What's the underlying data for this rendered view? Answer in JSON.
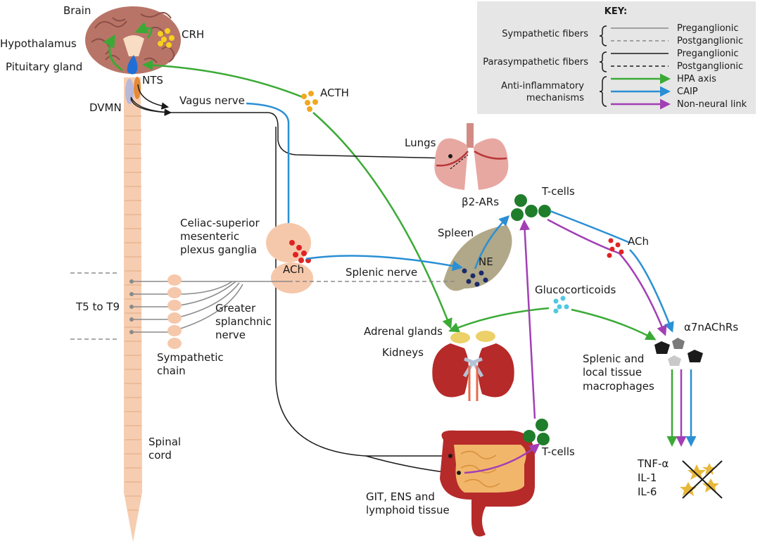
{
  "colors": {
    "hpa": "#3aaa35",
    "caip": "#2a8fd4",
    "non_neural": "#a23fb5",
    "sympathetic_line": "#8a8a8a",
    "parasympathetic_line": "#1a1a1a",
    "key_bg": "#e6e6e6"
  },
  "labels": {
    "brain": "Brain",
    "crh": "CRH",
    "hypothalamus": "Hypothalamus",
    "pituitary": "Pituitary gland",
    "nts": "NTS",
    "dvmn": "DVMN",
    "vagus": "Vagus nerve",
    "acth": "ACTH",
    "lungs": "Lungs",
    "tcells_top": "T-cells",
    "b2ars": "β2-ARs",
    "spleen": "Spleen",
    "ne": "NE",
    "ach_right": "ACh",
    "celiac_1": "Celiac-superior",
    "celiac_2": "mesenteric",
    "celiac_3": "plexus ganglia",
    "ach_ganglia": "ACh",
    "splenic_nerve": "Splenic nerve",
    "glucocorticoids": "Glucocorticoids",
    "a7nachrs": "α7nAChRs",
    "t5t9": "T5 to T9",
    "greater_1": "Greater",
    "greater_2": "splanchnic",
    "greater_3": "nerve",
    "adrenal": "Adrenal glands",
    "kidneys": "Kidneys",
    "macro_1": "Splenic and",
    "macro_2": "local tissue",
    "macro_3": "macrophages",
    "symp_chain_1": "Sympathetic",
    "symp_chain_2": "chain",
    "spinal_1": "Spinal",
    "spinal_2": "cord",
    "tcells_bottom": "T-cells",
    "git_1": "GIT, ENS and",
    "git_2": "lymphoid tissue",
    "tnf": "TNF-α",
    "il1": "IL-1",
    "il6": "IL-6"
  },
  "key": {
    "title": "KEY:",
    "sympathetic": "Sympathetic fibers",
    "parasympathetic": "Parasympathetic fibers",
    "anti_1": "Anti-inflammatory",
    "anti_2": "mechanisms",
    "pre1": "Preganglionic",
    "post1": "Postganglionic",
    "pre2": "Preganglionic",
    "post2": "Postganglionic",
    "hpa": "HPA axis",
    "caip": "CAIP",
    "non_neural": "Non-neural link"
  }
}
